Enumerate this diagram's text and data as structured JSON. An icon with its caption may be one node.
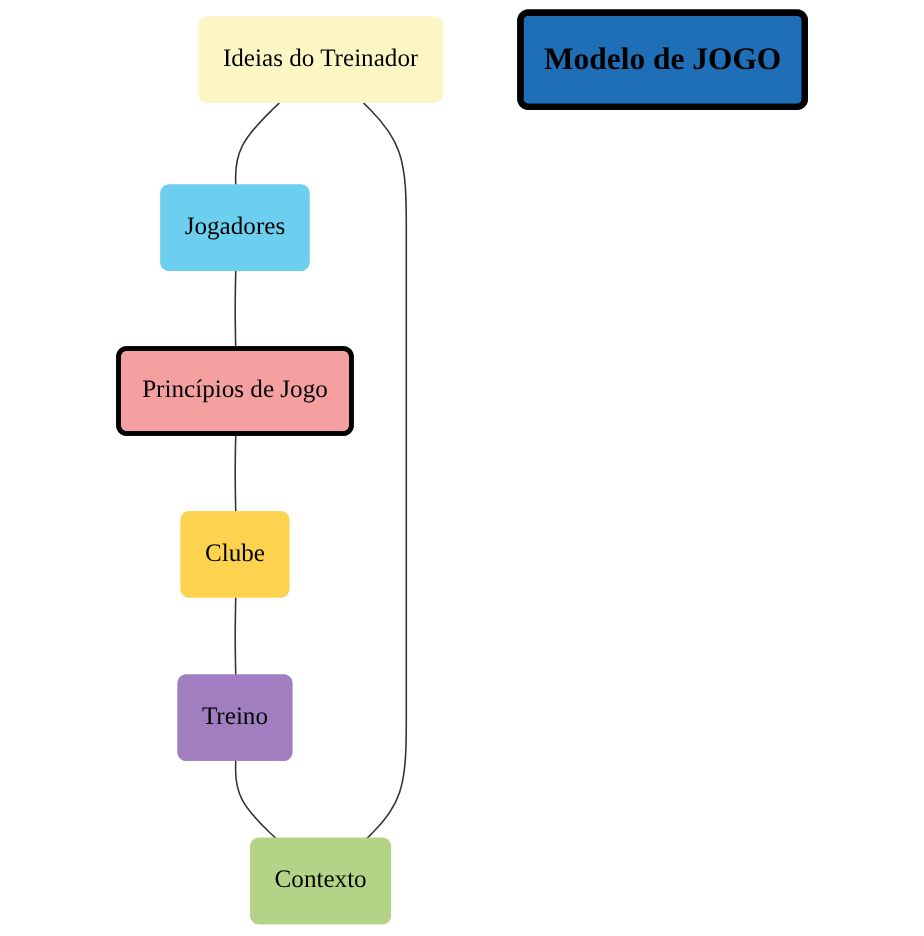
{
  "diagram": {
    "nodes": [
      {
        "text": [
          "Ideias do Treinador"
        ]
      },
      {
        "text": [
          "Jogadores"
        ]
      },
      {
        "text": [
          "Princípios de Jogo"
        ]
      },
      {
        "text": [
          "Clube"
        ]
      },
      {
        "text": [
          "Treino"
        ]
      },
      {
        "text": [
          "Contexto"
        ]
      },
      {
        "text": [
          "Modelo de JOGO"
        ]
      }
    ],
    "edges": [
      {
        "from": 0,
        "to": 1,
        "arrow": "none"
      },
      {
        "from": 1,
        "to": 2,
        "arrow": "none"
      },
      {
        "from": 2,
        "to": 3,
        "arrow": "none"
      },
      {
        "from": 3,
        "to": 4,
        "arrow": "none"
      },
      {
        "from": 4,
        "to": 5,
        "arrow": "none"
      },
      {
        "from": 5,
        "to": 0,
        "arrow": "none"
      }
    ]
  }
}
